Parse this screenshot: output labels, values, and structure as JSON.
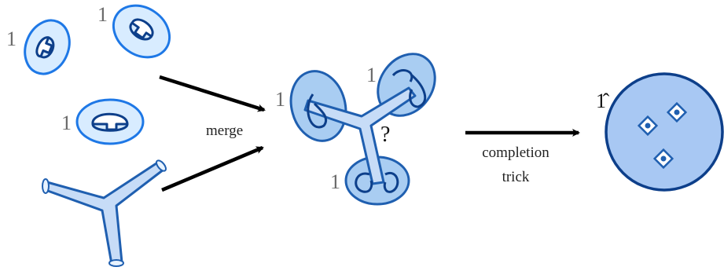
{
  "diagram": {
    "caps": {
      "cap_a": "1",
      "cap_b": "1",
      "cap_c": "1"
    },
    "merge_label": "merge",
    "glued": {
      "label_left": "1",
      "label_top": "1",
      "label_bottom": "1",
      "unknown": "?"
    },
    "completion_label_line1": "completion",
    "completion_label_line2": "trick",
    "result_label": "1̂",
    "colors": {
      "outline": "#1f5fb0",
      "outline_dark": "#0d3f8a",
      "fill_light": "#d8ecff",
      "fill_mid": "#a9cdf2",
      "fill_disc": "#a8c8f3",
      "inner": "#ffffff",
      "arrow": "#000000"
    }
  }
}
